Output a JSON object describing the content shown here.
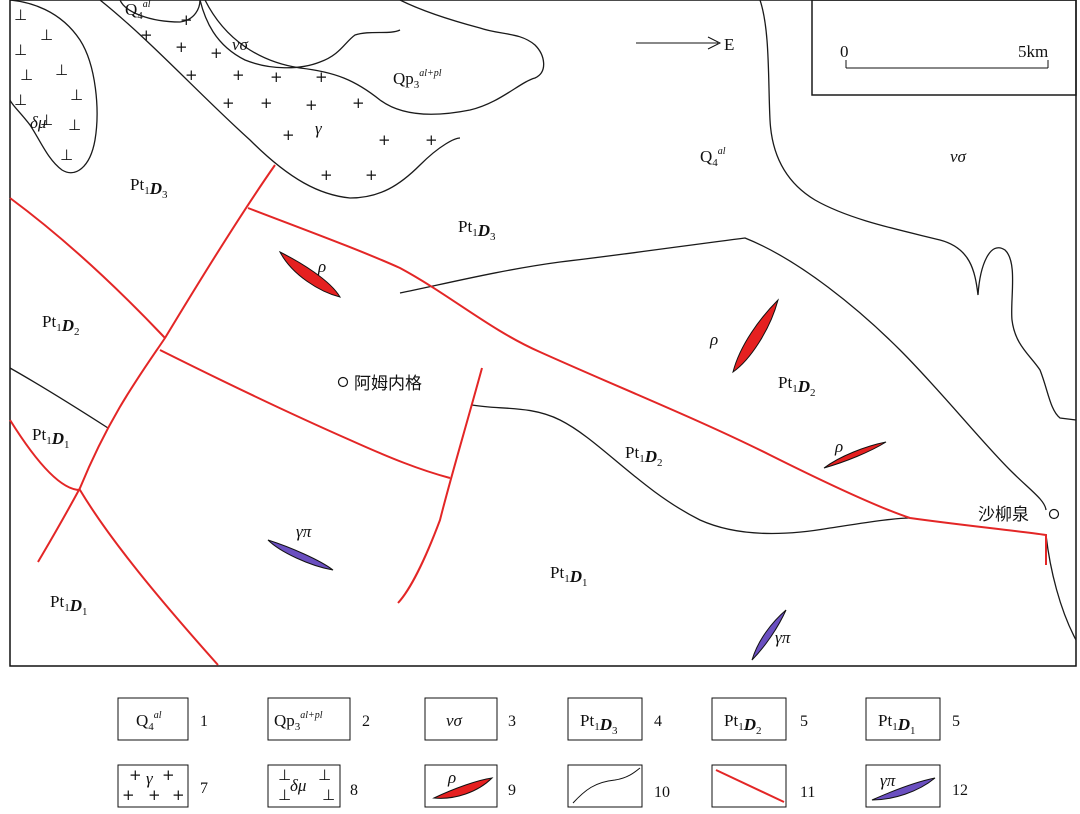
{
  "direction": {
    "label": "E"
  },
  "scale": {
    "start": "0",
    "end": "5km"
  },
  "units": {
    "q4al": "Q4al",
    "qp3": "Qp3al+pl",
    "vsigma": "νσ",
    "pt1d3": "Pt1D3",
    "pt1d2": "Pt1D2",
    "pt1d1": "Pt1D1",
    "gamma": "γ",
    "deltamu": "δμ",
    "rho": "ρ",
    "gammapi": "γπ"
  },
  "places": {
    "amuneige": "阿姆内格",
    "shaliuquan": "沙柳泉"
  },
  "legend": [
    {
      "num": "1",
      "symbol": "Q4al"
    },
    {
      "num": "2",
      "symbol": "Qp3al+pl"
    },
    {
      "num": "3",
      "symbol": "νσ"
    },
    {
      "num": "4",
      "symbol": "Pt1D3"
    },
    {
      "num": "5",
      "symbol": "Pt1D2"
    },
    {
      "num": "5",
      "symbol": "Pt1D1"
    },
    {
      "num": "7",
      "symbol": "γ"
    },
    {
      "num": "8",
      "symbol": "δμ"
    },
    {
      "num": "9",
      "symbol": "ρ"
    },
    {
      "num": "10",
      "symbol": ""
    },
    {
      "num": "11",
      "symbol": ""
    },
    {
      "num": "12",
      "symbol": "γπ"
    }
  ],
  "colors": {
    "fault": "#e32626",
    "rho_fill": "#e52020",
    "gammapi_fill": "#6a4fc0",
    "boundary": "#1a1a1a"
  }
}
